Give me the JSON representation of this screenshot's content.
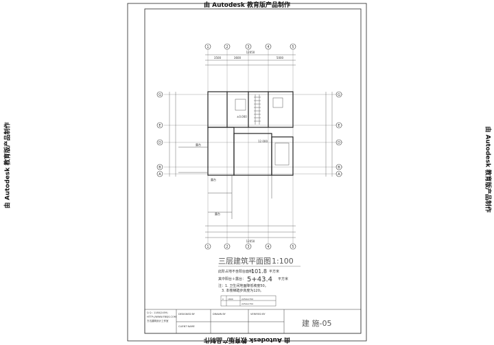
{
  "watermark": "由 Autodesk 教育版产品制作",
  "plan": {
    "title": "三层建筑平面图",
    "scale": "1:100",
    "area_line1_prefix": "此阶占地不含阳台面积：",
    "area_line1_value": "101.8",
    "area_line1_unit": "平方米",
    "area_line2_prefix": "其中阳台＋露台：",
    "area_line2_value": "5+43.4",
    "area_line2_unit": "平方米",
    "note1": "注：1. 卫生间地面降低坡度50。",
    "note2": "3. 本楼梯踏步高度为120。",
    "dims_total": "12050",
    "dim_top_segments": [
      "3500",
      "3600",
      "5000"
    ],
    "axes_cols": [
      "1",
      "2",
      "3",
      "4",
      "5"
    ],
    "axes_rows": [
      "G",
      "E",
      "D",
      "B",
      "A"
    ],
    "labels": {
      "terrace1": "露台",
      "terrace2": "露台",
      "terrace3": "露台",
      "elev": "±0.000",
      "level": "12.000"
    }
  },
  "title_block": {
    "drawing_no": "建 施-05",
    "designed_by": "DESIGNED BY",
    "drawn_by": "DRAWN BY",
    "verified_by": "VERIFIED BY",
    "client_name": "CLIENT NAME",
    "qq": "Q Q : 1180(2459)",
    "http": "HTTP://WWW.FBSJS.COM",
    "company": "方达建筑设计工作室"
  },
  "window_table": {
    "rows": [
      {
        "code": "C",
        "count": "1800",
        "size": "2250x1750"
      },
      {
        "code": "",
        "count": "",
        "size": "2250x1750"
      }
    ]
  }
}
